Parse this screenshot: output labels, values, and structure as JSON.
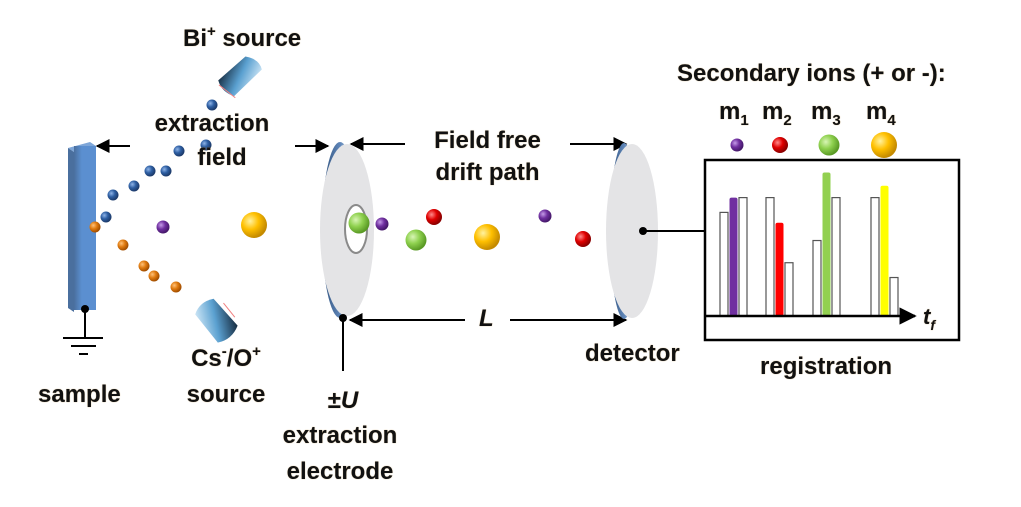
{
  "diagram": {
    "title": "Time-of-flight secondary ion mass spectrometry (ToF-SIMS) schematic",
    "labels": {
      "bi_source_main": "Bi",
      "bi_source_sup": "+",
      "bi_source_suffix": " source",
      "extraction_field_line1": "extraction",
      "extraction_field_line2": "field",
      "field_free_line1": "Field free",
      "field_free_line2": "drift path",
      "secondary_ions": "Secondary ions (+ or -):",
      "sample": "sample",
      "cs_source_cs": "Cs",
      "cs_source_cs_sup": "-",
      "cs_source_slash": "/O",
      "cs_source_o_sup": "+",
      "cs_source_line2": "source",
      "voltage_pm": "±",
      "voltage_u": "U",
      "extraction_electrode_line1": "extraction",
      "extraction_electrode_line2": "electrode",
      "length": "L",
      "detector": "detector",
      "registration": "registration",
      "time_axis_main": "t",
      "time_axis_sub": "f"
    },
    "ion_legend": [
      {
        "label": "m",
        "sub": "1",
        "color": "#7030a0"
      },
      {
        "label": "m",
        "sub": "2",
        "color": "#e00000"
      },
      {
        "label": "m",
        "sub": "3",
        "color": "#8fd14f"
      },
      {
        "label": "m",
        "sub": "4",
        "color": "#ffc000"
      }
    ],
    "colors": {
      "primary_ion": "#2e5fa3",
      "cs_ion": "#e07b10",
      "sample": "#5b8fd0",
      "electrode_face": "#e4e4e6",
      "electrode_rim": "#3a5f8c",
      "m4_bar": "#ffff00"
    }
  },
  "chart_data": {
    "type": "bar",
    "title": "registration",
    "xlabel": "t_f",
    "ylabel": "",
    "ylim": [
      0,
      100
    ],
    "groups": [
      {
        "ion": "m1",
        "bars": [
          {
            "type": "outline",
            "value": 70
          },
          {
            "type": "filled",
            "color": "#7030a0",
            "value": 80
          },
          {
            "type": "outline",
            "value": 80
          }
        ]
      },
      {
        "ion": "m2",
        "bars": [
          {
            "type": "outline",
            "value": 80
          },
          {
            "type": "filled",
            "color": "#ff0000",
            "value": 63
          },
          {
            "type": "outline",
            "value": 36
          }
        ]
      },
      {
        "ion": "m3",
        "bars": [
          {
            "type": "outline",
            "value": 51
          },
          {
            "type": "filled",
            "color": "#92d050",
            "value": 97
          },
          {
            "type": "outline",
            "value": 80
          }
        ]
      },
      {
        "ion": "m4",
        "bars": [
          {
            "type": "outline",
            "value": 80
          },
          {
            "type": "filled",
            "color": "#ffff00",
            "value": 88
          },
          {
            "type": "outline",
            "value": 26
          }
        ]
      }
    ]
  }
}
